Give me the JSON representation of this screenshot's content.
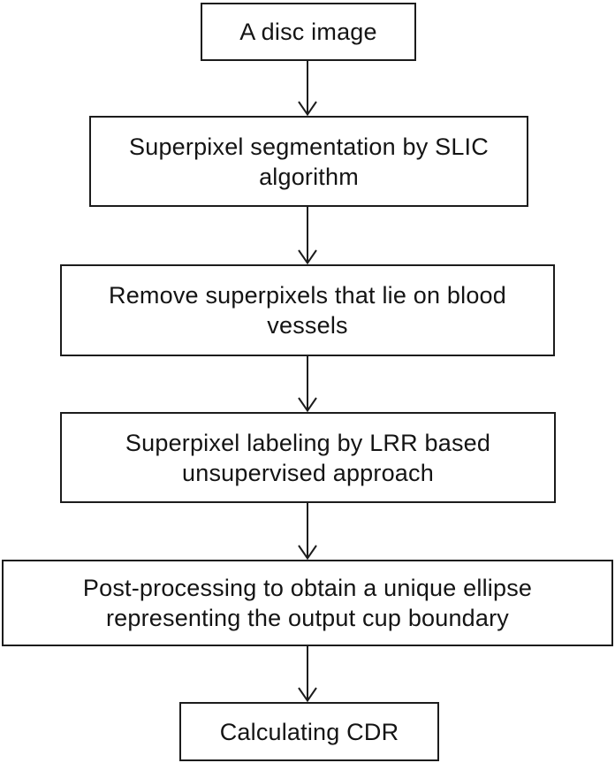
{
  "figure": {
    "type": "flowchart",
    "direction": "top-down",
    "background_color": "#ffffff",
    "line_color": "#1c1c1c",
    "text_color": "#141414",
    "arrow_style": "open-chevron-down"
  },
  "flowchart": {
    "nodes": [
      {
        "id": "disc-image",
        "label": "A disc image"
      },
      {
        "id": "slic-segmentation",
        "label": "Superpixel segmentation by SLIC\nalgorithm"
      },
      {
        "id": "remove-vessels",
        "label": "Remove superpixels that lie on blood\nvessels"
      },
      {
        "id": "lrr-labeling",
        "label": "Superpixel labeling by LRR based\nunsupervised approach"
      },
      {
        "id": "post-processing",
        "label": "Post-processing to obtain a unique ellipse\nrepresenting the output cup boundary"
      },
      {
        "id": "calculating-cdr",
        "label": "Calculating CDR"
      }
    ],
    "edges": [
      {
        "from": "disc-image",
        "to": "slic-segmentation"
      },
      {
        "from": "slic-segmentation",
        "to": "remove-vessels"
      },
      {
        "from": "remove-vessels",
        "to": "lrr-labeling"
      },
      {
        "from": "lrr-labeling",
        "to": "post-processing"
      },
      {
        "from": "post-processing",
        "to": "calculating-cdr"
      }
    ]
  }
}
